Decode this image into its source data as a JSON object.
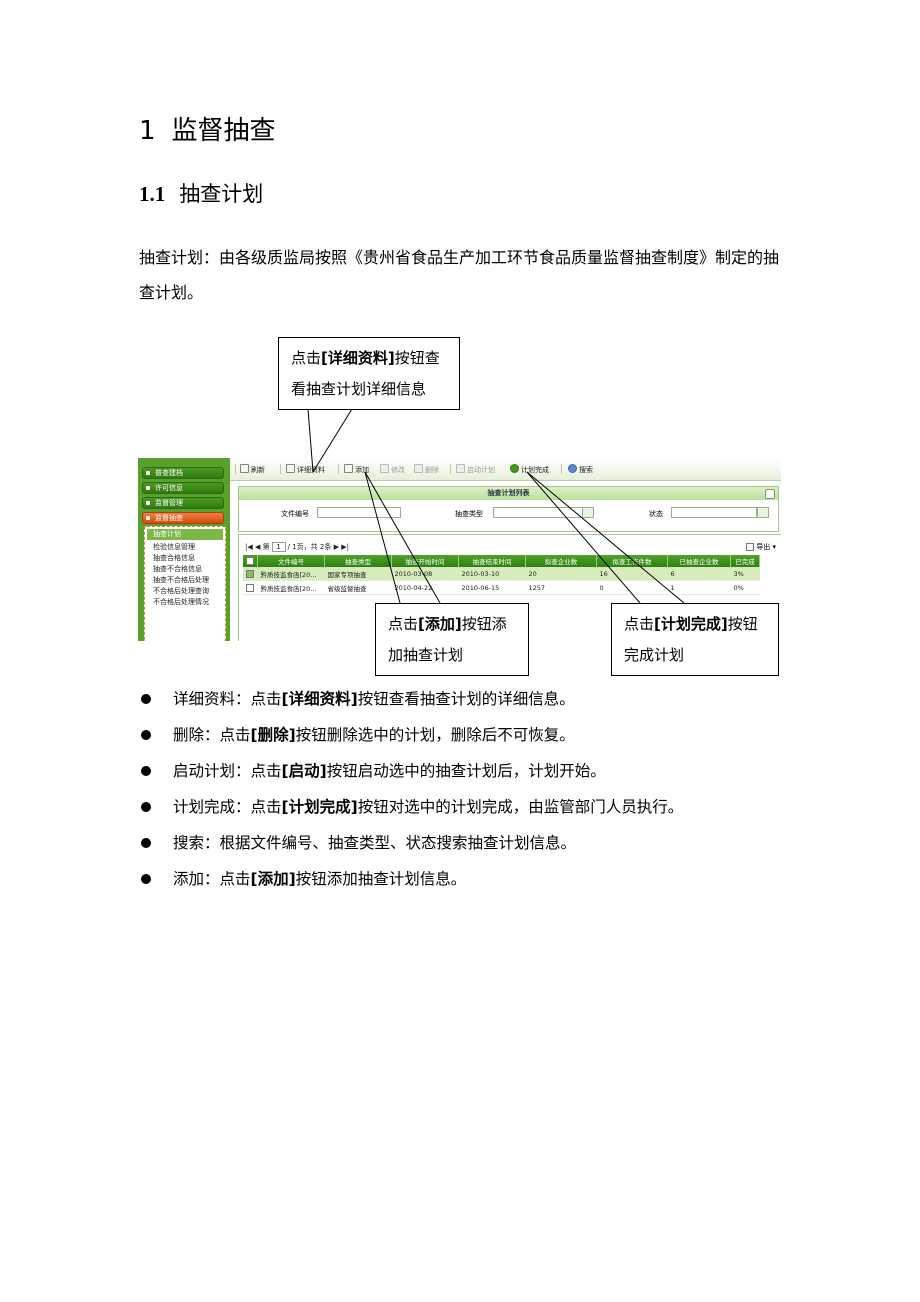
{
  "heading1": {
    "num": "1",
    "text": "监督抽查"
  },
  "heading2": {
    "num": "1.1",
    "text": "抽查计划"
  },
  "intro": "抽查计划：由各级质监局按照《贵州省食品生产加工环节食品质量监督抽查制度》制定的抽查计划。",
  "callouts": {
    "detail": {
      "pre": "点击",
      "btn": "[详细资料]",
      "post": "按钮查看抽查计划详细信息"
    },
    "add": {
      "pre": "点击",
      "btn": "[添加]",
      "post": "按钮添加抽查计划"
    },
    "complete": {
      "pre": "点击",
      "btn": "[计划完成]",
      "post": "按钮完成计划"
    }
  },
  "screenshot": {
    "sidebar": {
      "menu": [
        "普查建档",
        "许可信息",
        "监督管理",
        "监督抽查"
      ],
      "submenu": [
        "抽查计划",
        "检验信息管理",
        "抽查合格信息",
        "抽查不合格信息",
        "抽查不合格后处理",
        "不合格后处理查询",
        "不合格后处理情况"
      ]
    },
    "toolbar": [
      "刷新",
      "详细资料",
      "添加",
      "修改",
      "删除",
      "启动计划",
      "计划完成",
      "搜索"
    ],
    "panel_title": "抽查计划列表",
    "search": {
      "doc_no_label": "文件编号",
      "type_label": "抽查类型",
      "status_label": "状态"
    },
    "pager": {
      "first": "第",
      "page": "1",
      "rest": "/ 1页，共 2条"
    },
    "export": "导出",
    "columns": [
      "文件编号",
      "抽查类型",
      "抽查开始时间",
      "抽查结束时间",
      "拟查企业数",
      "拟查工作件数",
      "已抽查企业数",
      "已完成"
    ],
    "rows": [
      [
        "黔质技监食函[20...",
        "国家专项抽查",
        "2010-03-08",
        "2010-03-10",
        "20",
        "16",
        "6",
        "3%"
      ],
      [
        "黔质技监食函[20...",
        "省级监督抽查",
        "2010-04-22",
        "2010-06-15",
        "1257",
        "0",
        "1",
        "0%"
      ]
    ]
  },
  "bullets": [
    {
      "pre": "详细资料：点击",
      "btn": "[详细资料]",
      "post": "按钮查看抽查计划的详细信息。"
    },
    {
      "pre": "删除：点击",
      "btn": "[删除]",
      "post": "按钮删除选中的计划，删除后不可恢复。"
    },
    {
      "pre": "启动计划：点击",
      "btn": "[启动]",
      "post": "按钮启动选中的抽查计划后，计划开始。"
    },
    {
      "pre": "计划完成：点击",
      "btn": "[计划完成]",
      "post": "按钮对选中的计划完成，由监管部门人员执行。"
    },
    {
      "pre": "搜索：根据文件编号、抽查类型、状态搜索抽查计划信息。",
      "btn": "",
      "post": ""
    },
    {
      "pre": "添加：点击",
      "btn": "[添加]",
      "post": "按钮添加抽查计划信息。"
    }
  ]
}
